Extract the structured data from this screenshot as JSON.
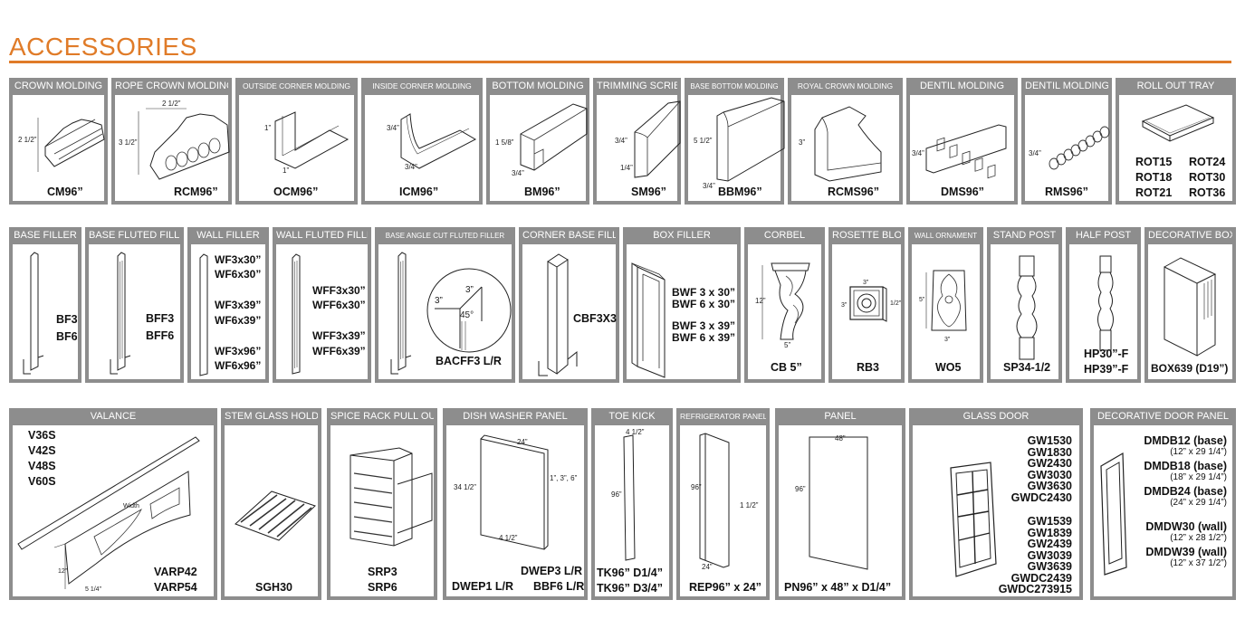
{
  "page": {
    "title": "ACCESSORIES",
    "accent": "#e07b28",
    "header_bg": "#8d8d8d"
  },
  "row1": [
    {
      "name": "CROWN MOLDING",
      "code": "CM96”",
      "dims": [
        "2 1/2”"
      ]
    },
    {
      "name": "ROPE CROWN MOLDING",
      "code": "RCM96”",
      "dims": [
        "2 1/2”",
        "3 1/2”"
      ]
    },
    {
      "name": "OUTSIDE CORNER MOLDING",
      "code": "OCM96”",
      "dims": [
        "1”",
        "1”"
      ]
    },
    {
      "name": "INSIDE CORNER MOLDING",
      "code": "ICM96”",
      "dims": [
        "3/4”",
        "3/4”"
      ]
    },
    {
      "name": "BOTTOM MOLDING",
      "code": "BM96”",
      "dims": [
        "1 5/8”",
        "3/4”"
      ]
    },
    {
      "name": "TRIMMING SCRIBE",
      "code": "SM96”",
      "dims": [
        "3/4”",
        "1/4”"
      ]
    },
    {
      "name": "BASE BOTTOM MOLDING",
      "code": "BBM96”",
      "dims": [
        "5 1/2”",
        "3/4”"
      ]
    },
    {
      "name": "ROYAL CROWN MOLDING",
      "code": "RCMS96”",
      "dims": [
        "3”"
      ]
    },
    {
      "name": "DENTIL MOLDING",
      "code": "DMS96”",
      "dims": [
        "3/4”"
      ]
    },
    {
      "name": "DENTIL MOLDING",
      "code": "RMS96”",
      "dims": [
        "3/4”"
      ]
    },
    {
      "name": "ROLL OUT TRAY",
      "codes_left": [
        "ROT15",
        "ROT18",
        "ROT21"
      ],
      "codes_right": [
        "ROT24",
        "ROT30",
        "ROT36"
      ]
    }
  ],
  "row2": [
    {
      "name": "BASE FILLER",
      "codes": [
        "BF3",
        "BF6"
      ]
    },
    {
      "name": "BASE FLUTED FILLER",
      "codes": [
        "BFF3",
        "BFF6"
      ]
    },
    {
      "name": "WALL FILLER",
      "codes": [
        "WF3x30”",
        "WF6x30”",
        "WF3x39”",
        "WF6x39”",
        "WF3x96”",
        "WF6x96”"
      ]
    },
    {
      "name": "WALL FLUTED FILLER",
      "codes": [
        "WFF3x30”",
        "WFF6x30”",
        "WFF3x39”",
        "WFF6x39”"
      ]
    },
    {
      "name": "BASE ANGLE CUT FLUTED FILLER",
      "code": "BACFF3 L/R",
      "dims": [
        "3”",
        "3”",
        "45°"
      ]
    },
    {
      "name": "CORNER BASE FILLER",
      "code": "CBF3X3"
    },
    {
      "name": "BOX FILLER",
      "codes": [
        "BWF 3 x 30”",
        "BWF 6 x 30”",
        "BWF 3 x 39”",
        "BWF 6 x 39”"
      ]
    },
    {
      "name": "CORBEL",
      "code": "CB 5”",
      "dims": [
        "12”",
        "5”"
      ]
    },
    {
      "name": "ROSETTE BLOCK",
      "code": "RB3",
      "dims": [
        "3”",
        "3”",
        "1/2”"
      ]
    },
    {
      "name": "WALL ORNAMENT",
      "code": "WO5",
      "dims": [
        "5”",
        "3”"
      ]
    },
    {
      "name": "STAND POST",
      "code": "SP34-1/2"
    },
    {
      "name": "HALF POST",
      "codes": [
        "HP30”-F",
        "HP39”-F"
      ]
    },
    {
      "name": "DECORATIVE BOX",
      "code": "BOX639 (D19”)"
    }
  ],
  "row3": [
    {
      "name": "VALANCE",
      "codes": [
        "V36S",
        "V42S",
        "V48S",
        "V60S"
      ],
      "codes2": [
        "VARP42",
        "VARP54"
      ],
      "dims": [
        "Width",
        "12”",
        "5 1/4”"
      ]
    },
    {
      "name": "STEM GLASS HOLDER",
      "code": "SGH30"
    },
    {
      "name": "SPICE RACK PULL OUT",
      "codes": [
        "SRP3",
        "SRP6"
      ]
    },
    {
      "name": "DISH WASHER PANEL",
      "code_a": "DWEP3 L/R",
      "code_b": "DWEP1 L/R",
      "code_c": "BBF6 L/R",
      "dims": [
        "24”",
        "34 1/2”",
        "1”, 3”, 6”",
        "4 1/2”"
      ]
    },
    {
      "name": "TOE KICK",
      "codes": [
        "TK96” D1/4”",
        "TK96” D3/4”"
      ],
      "dims": [
        "4 1/2”",
        "96”"
      ]
    },
    {
      "name": "REFRIGERATOR PANEL",
      "code": "REP96” x 24”",
      "dims": [
        "96”",
        "1 1/2”",
        "24”"
      ]
    },
    {
      "name": "PANEL",
      "code": "PN96” x 48” x D1/4”",
      "dims": [
        "48”",
        "96”"
      ]
    },
    {
      "name": "GLASS DOOR",
      "codes_a": [
        "GW1530",
        "GW1830",
        "GW2430",
        "GW3030",
        "GW3630",
        "GWDC2430"
      ],
      "codes_b": [
        "GW1539",
        "GW1839",
        "GW2439",
        "GW3039",
        "GW3639",
        "GWDC2439",
        "GWDC273915"
      ]
    },
    {
      "name": "DECORATIVE DOOR PANEL",
      "items": [
        {
          "code": "DMDB12 (base)",
          "size": "(12” x 29 1/4”)"
        },
        {
          "code": "DMDB18 (base)",
          "size": "(18” x 29 1/4”)"
        },
        {
          "code": "DMDB24 (base)",
          "size": "(24” x 29 1/4”)"
        },
        {
          "code": "DMDW30 (wall)",
          "size": "(12” x 28 1/2”)"
        },
        {
          "code": "DMDW39 (wall)",
          "size": "(12” x 37 1/2”)"
        }
      ]
    }
  ]
}
